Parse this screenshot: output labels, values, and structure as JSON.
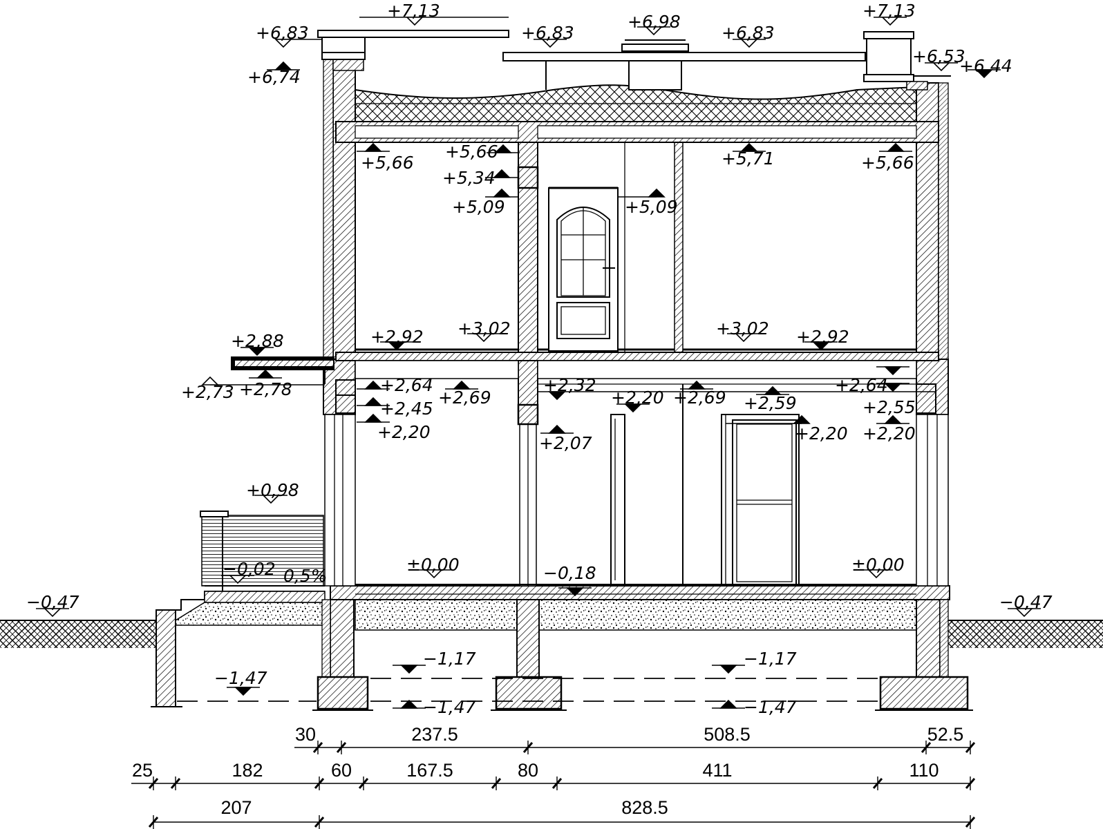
{
  "elevations": [
    {
      "id": "top-left-parapet",
      "text": "+7,13",
      "marker": "open-down"
    },
    {
      "id": "top-right-parapet",
      "text": "+7,13",
      "marker": "open-down"
    },
    {
      "id": "vent-top",
      "text": "+6,98",
      "marker": "open-down"
    },
    {
      "id": "left-parapet",
      "text": "+6,83",
      "marker": "open-down"
    },
    {
      "id": "roof-cap-mid",
      "text": "+6,83",
      "marker": "open-down"
    },
    {
      "id": "roof-cap-right",
      "text": "+6,83",
      "marker": "open-down"
    },
    {
      "id": "left-wall-top",
      "text": "+6,74",
      "marker": "filled-up"
    },
    {
      "id": "right-parapet-low",
      "text": "+6,53",
      "marker": "open-down"
    },
    {
      "id": "right-wall-top",
      "text": "+6,44",
      "marker": "filled-down"
    },
    {
      "id": "ceiling-2-left",
      "text": "+5,66",
      "marker": "filled-up"
    },
    {
      "id": "ceiling-2-mid",
      "text": "+5,66",
      "marker": "filled-up"
    },
    {
      "id": "ceiling-2-mid-right",
      "text": "+5,71",
      "marker": "filled-up"
    },
    {
      "id": "ceiling-2-right",
      "text": "+5,66",
      "marker": "filled-up"
    },
    {
      "id": "lintel-2-top",
      "text": "+5,34",
      "marker": "filled-up"
    },
    {
      "id": "lintel-2-bottom",
      "text": "+5,09",
      "marker": "filled-up"
    },
    {
      "id": "door-2-top",
      "text": "+5,09",
      "marker": "filled-up"
    },
    {
      "id": "floor-2-left",
      "text": "+2,92",
      "marker": "filled-down"
    },
    {
      "id": "floor-2-left-finish",
      "text": "+3,02",
      "marker": "open-down"
    },
    {
      "id": "floor-2-right-finish",
      "text": "+3,02",
      "marker": "open-down"
    },
    {
      "id": "floor-2-right",
      "text": "+2,92",
      "marker": "filled-down"
    },
    {
      "id": "canopy-top",
      "text": "+2,88",
      "marker": "filled-down"
    },
    {
      "id": "canopy-bottom",
      "text": "+2,78",
      "marker": "filled-up"
    },
    {
      "id": "canopy-edge",
      "text": "+2,73",
      "marker": "open-up"
    },
    {
      "id": "left-lintel-top",
      "text": "+2,64",
      "marker": "filled-up"
    },
    {
      "id": "left-lintel-mid",
      "text": "+2,45",
      "marker": "filled-up"
    },
    {
      "id": "left-window-top",
      "text": "+2,20",
      "marker": "filled-up"
    },
    {
      "id": "ceiling-1-left",
      "text": "+2,69",
      "marker": "filled-up"
    },
    {
      "id": "inner-lintel-top",
      "text": "+2,32",
      "marker": "filled-down"
    },
    {
      "id": "inner-lintel-bottom",
      "text": "+2,07",
      "marker": "filled-up"
    },
    {
      "id": "door-1-top",
      "text": "+2,20",
      "marker": "filled-down"
    },
    {
      "id": "ceiling-1-mid",
      "text": "+2,69",
      "marker": "filled-up"
    },
    {
      "id": "ceiling-1-right",
      "text": "+2,59",
      "marker": "filled-up"
    },
    {
      "id": "door-1-right-top",
      "text": "+2,20",
      "marker": "filled-up"
    },
    {
      "id": "right-lintel-top",
      "text": "+2,64",
      "marker": "filled-down"
    },
    {
      "id": "right-lintel-mid",
      "text": "+2,55",
      "marker": "filled-down"
    },
    {
      "id": "right-window-top",
      "text": "+2,20",
      "marker": "filled-up"
    },
    {
      "id": "terrace-rail",
      "text": "+0,98",
      "marker": "open-down"
    },
    {
      "id": "terrace-floor",
      "text": "−0,02",
      "marker": "open-down"
    },
    {
      "id": "floor-1-left",
      "text": "±0,00",
      "marker": "open-down"
    },
    {
      "id": "floor-1-mid",
      "text": "−0,18",
      "marker": "filled-down"
    },
    {
      "id": "floor-1-right",
      "text": "±0,00",
      "marker": "open-down"
    },
    {
      "id": "ground-left",
      "text": "−0,47",
      "marker": "open-down"
    },
    {
      "id": "ground-right",
      "text": "−0,47",
      "marker": "open-down"
    },
    {
      "id": "footing-top-1",
      "text": "−1,17",
      "marker": "filled-down"
    },
    {
      "id": "footing-bottom-1",
      "text": "−1,47",
      "marker": "filled-up"
    },
    {
      "id": "footing-top-2",
      "text": "−1,17",
      "marker": "filled-down"
    },
    {
      "id": "footing-bottom-2",
      "text": "−1,47",
      "marker": "filled-up"
    },
    {
      "id": "terrace-footing",
      "text": "−1,47",
      "marker": "filled-down"
    }
  ],
  "slope": "0,5%",
  "dimensions": {
    "row1": [
      "30",
      "237.5",
      "508.5",
      "52.5"
    ],
    "row2": [
      "25",
      "182",
      "60",
      "167.5",
      "80",
      "411",
      "110"
    ],
    "row3": [
      "207",
      "828.5"
    ]
  }
}
